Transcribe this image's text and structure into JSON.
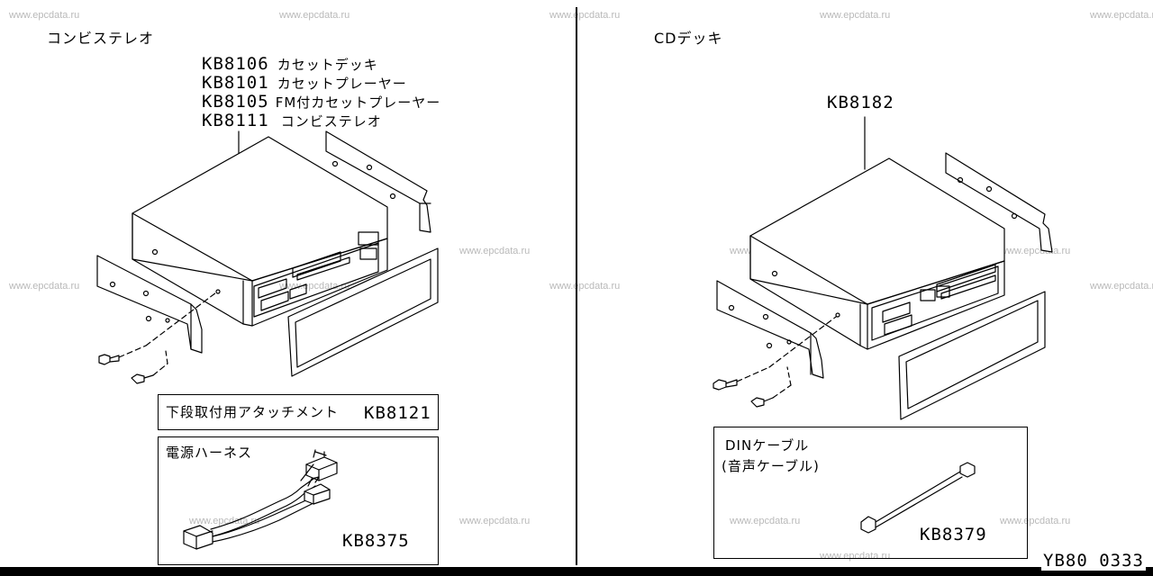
{
  "watermark": "www.epcdata.ru",
  "left_panel": {
    "title": "コンビステレオ",
    "parts": [
      {
        "no": "KB8106",
        "desc": "カセットデッキ"
      },
      {
        "no": "KB8101",
        "desc": "カセットプレーヤー"
      },
      {
        "no": "KB8105",
        "desc": "FM付カセットプレーヤー"
      },
      {
        "no": "KB8111",
        "desc": "コンビステレオ"
      }
    ],
    "attachment": {
      "label": "下段取付用アタッチメント",
      "no": "KB8121"
    },
    "harness": {
      "label": "電源ハーネス",
      "no": "KB8375"
    }
  },
  "right_panel": {
    "title": "CDデッキ",
    "part_no": "KB8182",
    "cable": {
      "label": "DINケーブル",
      "sub": "(音声ケーブル)",
      "no": "KB8379"
    }
  },
  "page_id": "YB80 0333"
}
